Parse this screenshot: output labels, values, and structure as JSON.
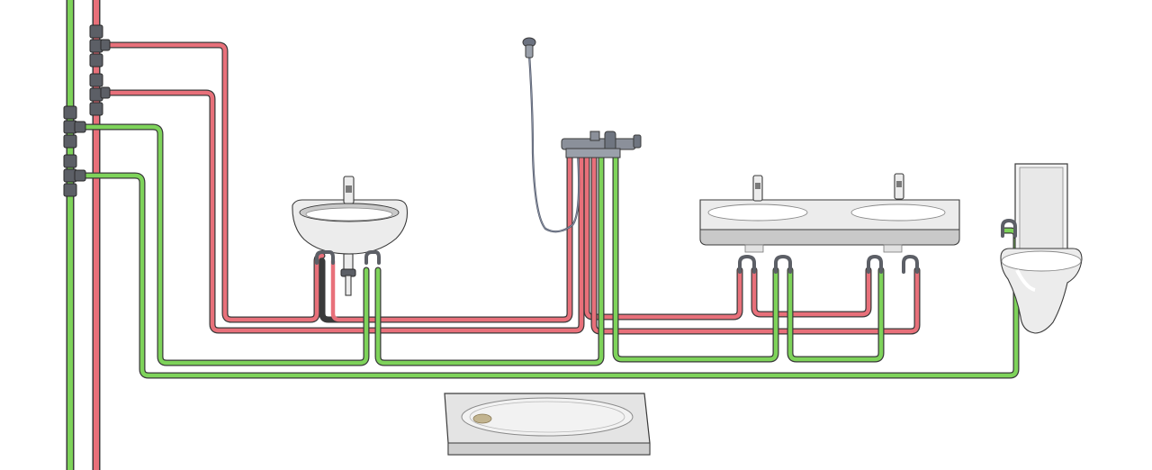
{
  "colors": {
    "hot": "#e8707a",
    "cold": "#7ed35a",
    "outline": "#3a3a3a",
    "fixture_fill": "#ececec",
    "fixture_shade": "#c9c9c9",
    "fitting": "#5c5f66",
    "background": "#ffffff"
  },
  "fixtures": [
    {
      "type": "washbasin",
      "icon": "washbasin-icon"
    },
    {
      "type": "shower",
      "icon": "shower-mixer-icon"
    },
    {
      "type": "double-washbasin",
      "icon": "double-washbasin-icon"
    },
    {
      "type": "wall-hung-toilet",
      "icon": "toilet-icon"
    },
    {
      "type": "shower-tray",
      "icon": "shower-tray-icon"
    }
  ],
  "supply_lines": [
    {
      "medium": "hot",
      "count": 2
    },
    {
      "medium": "cold",
      "count": 2
    }
  ]
}
